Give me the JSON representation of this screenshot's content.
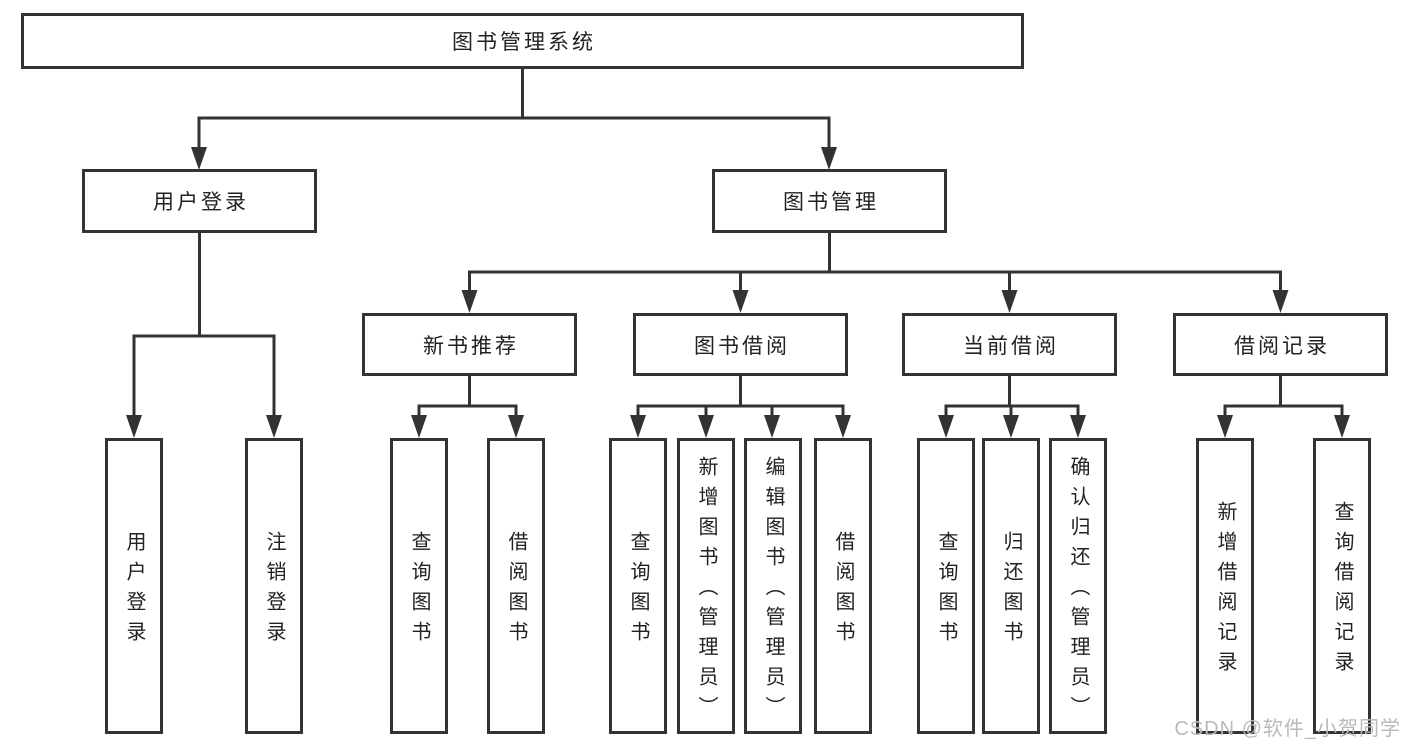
{
  "diagram": {
    "root": {
      "label": "图书管理系统"
    },
    "level2": [
      {
        "label": "用户登录"
      },
      {
        "label": "图书管理"
      }
    ],
    "level3": [
      {
        "label": "新书推荐"
      },
      {
        "label": "图书借阅"
      },
      {
        "label": "当前借阅"
      },
      {
        "label": "借阅记录"
      }
    ],
    "leaves": {
      "user_login": [
        "用户登录",
        "注销登录"
      ],
      "new_book": [
        "查询图书",
        "借阅图书"
      ],
      "book_borrow": [
        "查询图书",
        "新增图书（管理员）",
        "编辑图书（管理员）",
        "借阅图书"
      ],
      "current_borrow": [
        "查询图书",
        "归还图书",
        "确认归还（管理员）"
      ],
      "borrow_record": [
        "新增借阅记录",
        "查询借阅记录"
      ]
    }
  },
  "watermark": {
    "text": "CSDN @软件_小贺同学",
    "color": "#b9b9b9"
  },
  "colors": {
    "line": "#333333",
    "border": "#333333",
    "text": "#222222",
    "background": "#ffffff"
  }
}
